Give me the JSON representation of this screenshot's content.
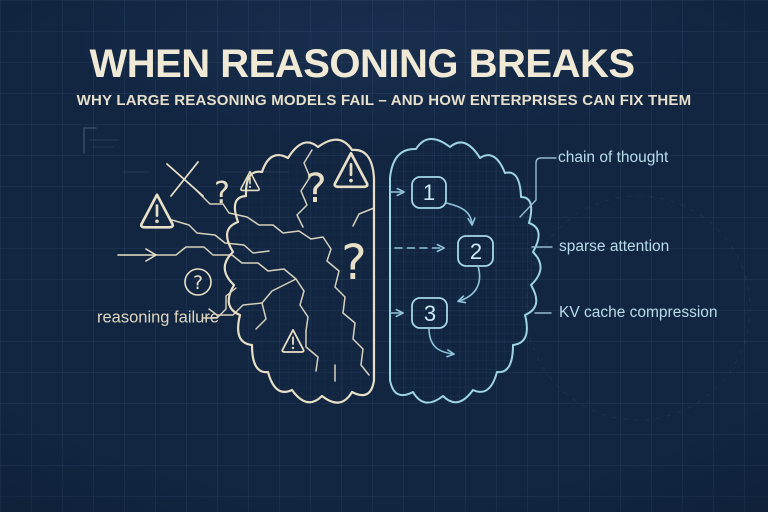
{
  "title": "WHEN REASONING BREAKS",
  "subtitle": "WHY LARGE REASONING MODELS FAIL – AND HOW ENTERPRISES CAN FIX THEM",
  "diagram": {
    "left_hemisphere": {
      "label": "reasoning failure",
      "question_mark": "?",
      "icons": {
        "warning": "warning-triangle",
        "cross": "x-mark",
        "question": "circled-question-mark"
      }
    },
    "right_hemisphere": {
      "steps": [
        "1",
        "2",
        "3"
      ],
      "labels": [
        "chain of thought",
        "sparse attention",
        "KV cache compression"
      ]
    }
  },
  "colors": {
    "background": "#122642",
    "line_cream": "#e8e0c6",
    "line_blue": "#9fd4e5",
    "label_blue": "#b8dcea",
    "title_cream": "#f0e9d6"
  }
}
